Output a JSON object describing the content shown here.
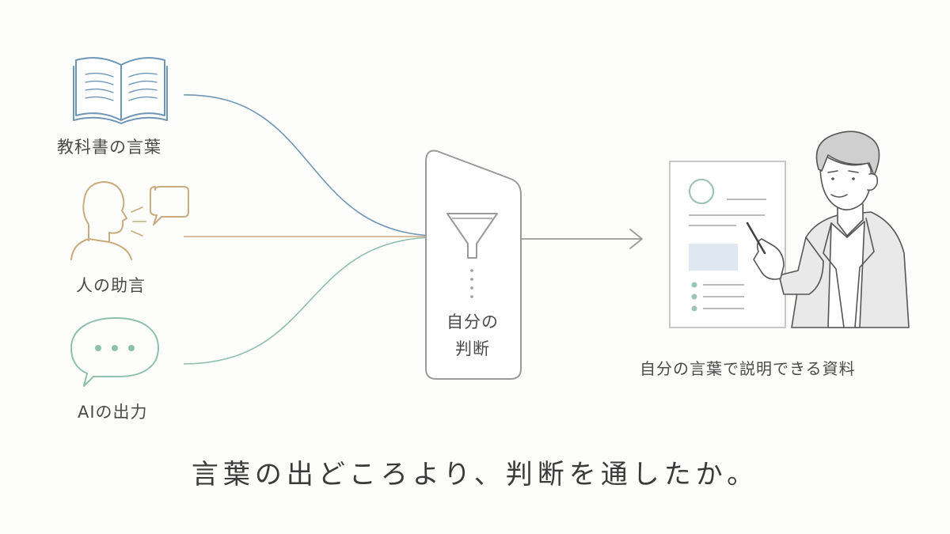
{
  "sources": [
    {
      "label": "教科書の言葉",
      "icon": "book-icon",
      "color": "#6f96b6"
    },
    {
      "label": "人の助言",
      "icon": "person-speaking-icon",
      "color": "#c9ab7e"
    },
    {
      "label": "AIの出力",
      "icon": "chat-bubble-icon",
      "color": "#8fbfae"
    }
  ],
  "judgment": {
    "line1": "自分の",
    "line2": "判断",
    "icon": "funnel-icon"
  },
  "result": {
    "label": "自分の言葉で説明できる資料",
    "icon": "document-icon"
  },
  "caption": "言葉の出どころより、判断を通したか。",
  "colors": {
    "line_gray": "#9a9a9a",
    "doc_highlight": "#dfe8f0",
    "doc_circle": "#9fc4b5"
  }
}
